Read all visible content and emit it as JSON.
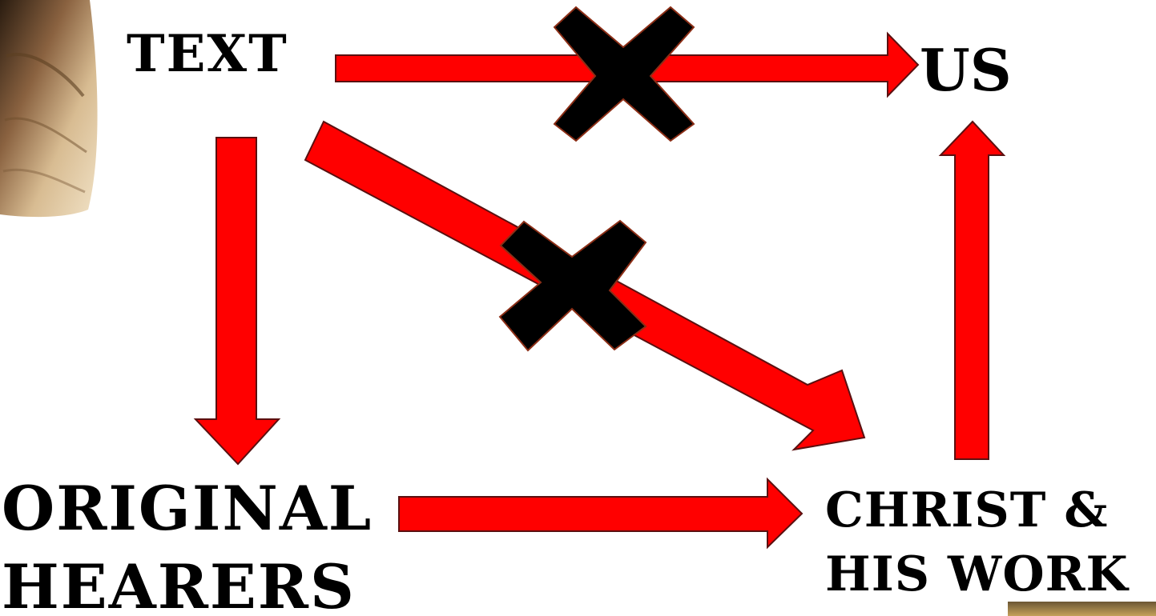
{
  "diagram": {
    "nodes": {
      "text": "TEXT",
      "us": "US",
      "original_line1": "ORIGINAL",
      "original_line2": "HEARERS",
      "christ_line1": "CHRIST &",
      "christ_line2": "HIS WORK"
    },
    "edges": [
      {
        "from": "TEXT",
        "to": "US",
        "crossed_out": true
      },
      {
        "from": "TEXT",
        "to": "CHRIST & HIS WORK",
        "crossed_out": true
      },
      {
        "from": "TEXT",
        "to": "ORIGINAL HEARERS",
        "crossed_out": false
      },
      {
        "from": "ORIGINAL HEARERS",
        "to": "CHRIST & HIS WORK",
        "crossed_out": false
      },
      {
        "from": "CHRIST & HIS WORK",
        "to": "US",
        "crossed_out": false
      }
    ],
    "colors": {
      "arrow_fill": "#ff0000",
      "arrow_outline": "#5a1010",
      "cross_fill": "#000000",
      "cross_outline": "#8b2e16",
      "label_color": "#000000"
    }
  }
}
